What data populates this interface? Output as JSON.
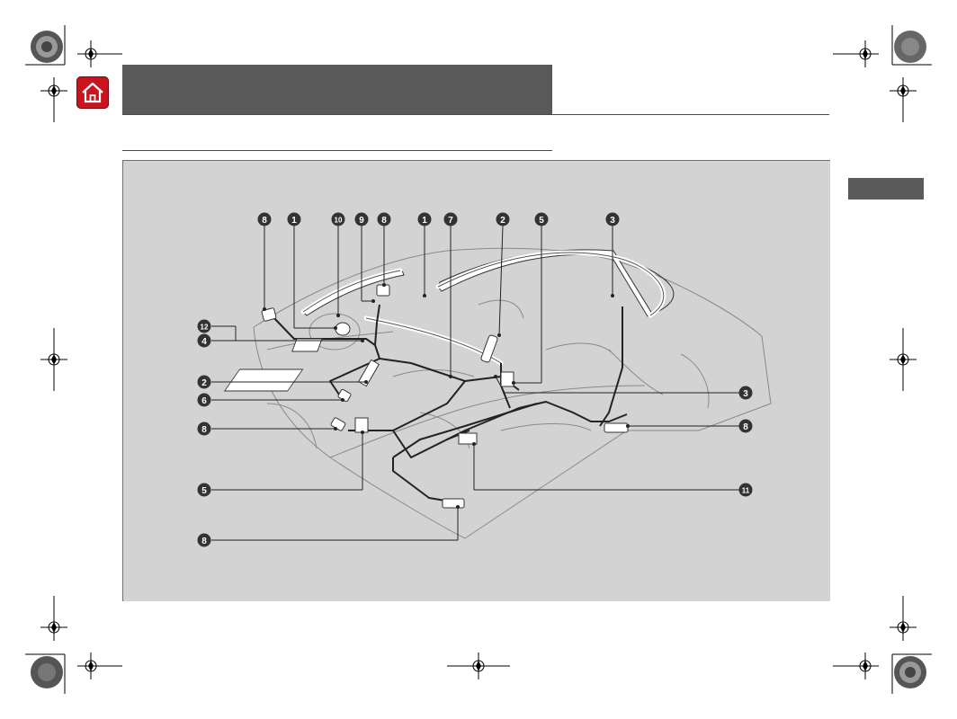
{
  "header": {
    "home_icon": "home-icon"
  },
  "airbag_diagram": {
    "callouts": [
      {
        "id": "c8a",
        "label": "8"
      },
      {
        "id": "c1a",
        "label": "1"
      },
      {
        "id": "c10",
        "label": "10"
      },
      {
        "id": "c9",
        "label": "9"
      },
      {
        "id": "c8b",
        "label": "8"
      },
      {
        "id": "c1b",
        "label": "1"
      },
      {
        "id": "c7",
        "label": "7"
      },
      {
        "id": "c2a",
        "label": "2"
      },
      {
        "id": "c5a",
        "label": "5"
      },
      {
        "id": "c3a",
        "label": "3"
      },
      {
        "id": "c12",
        "label": "12"
      },
      {
        "id": "c4",
        "label": "4"
      },
      {
        "id": "c2b",
        "label": "2"
      },
      {
        "id": "c6",
        "label": "6"
      },
      {
        "id": "c8c",
        "label": "8"
      },
      {
        "id": "c5b",
        "label": "5"
      },
      {
        "id": "c8d",
        "label": "8"
      },
      {
        "id": "c3b",
        "label": "3"
      },
      {
        "id": "c8e",
        "label": "8"
      },
      {
        "id": "c11",
        "label": "11"
      }
    ]
  },
  "colors": {
    "header_bar": "#595959",
    "home_button": "#c8141e",
    "panel_bg": "#d3d3d3",
    "callout_fill": "#333333"
  }
}
